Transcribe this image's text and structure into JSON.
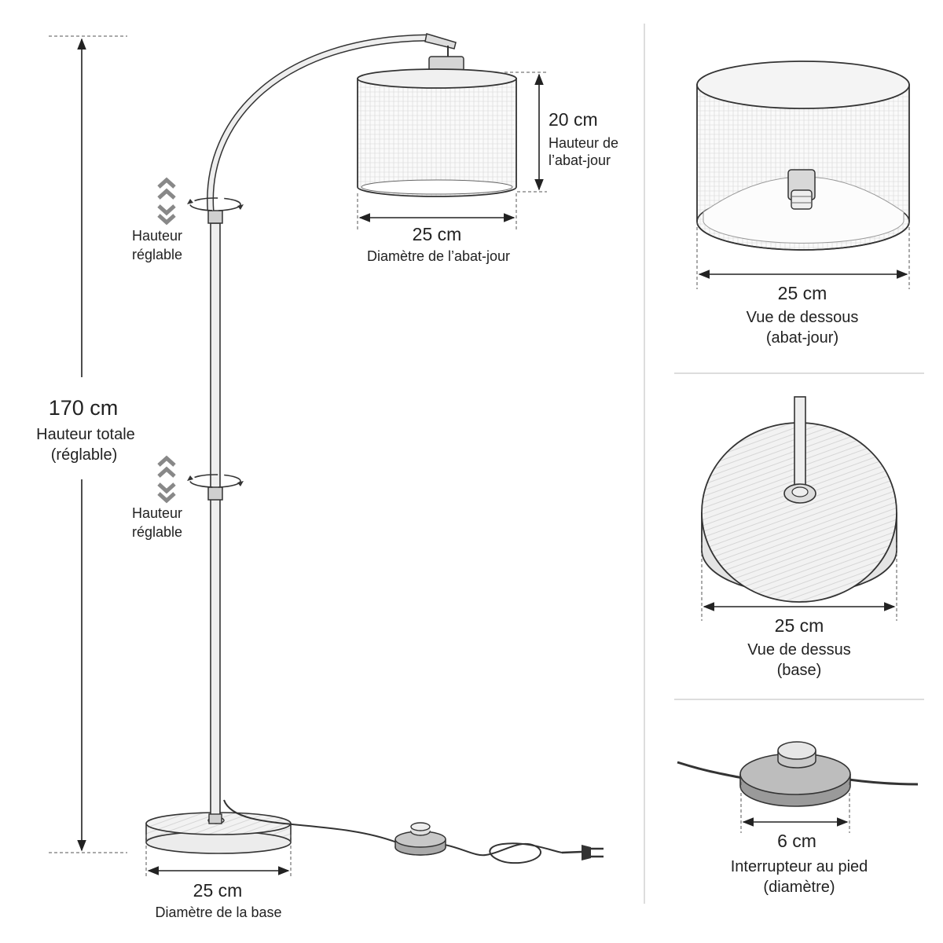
{
  "main": {
    "total_height": {
      "value": "170 cm",
      "label": "Hauteur totale",
      "note": "(réglable)"
    },
    "adjust_upper": {
      "line1": "Hauteur",
      "line2": "réglable"
    },
    "adjust_lower": {
      "line1": "Hauteur",
      "line2": "réglable"
    },
    "shade_height": {
      "value": "20 cm",
      "line1": "Hauteur de",
      "line2": "l’abat-jour"
    },
    "shade_diameter": {
      "value": "25 cm",
      "label": "Diamètre de l’abat-jour"
    },
    "base_diameter": {
      "value": "25 cm",
      "label": "Diamètre de la base"
    }
  },
  "panels": {
    "shade_bottom": {
      "value": "25 cm",
      "line1": "Vue de dessous",
      "line2": "(abat-jour)"
    },
    "base_top": {
      "value": "25 cm",
      "line1": "Vue de dessus",
      "line2": "(base)"
    },
    "foot_switch": {
      "value": "6 cm",
      "line1": "Interrupteur au pied",
      "line2": "(diamètre)"
    }
  },
  "colors": {
    "ink": "#222222",
    "paper": "#ffffff",
    "arrow_grey": "#888888",
    "divider": "#bbbbbb"
  }
}
